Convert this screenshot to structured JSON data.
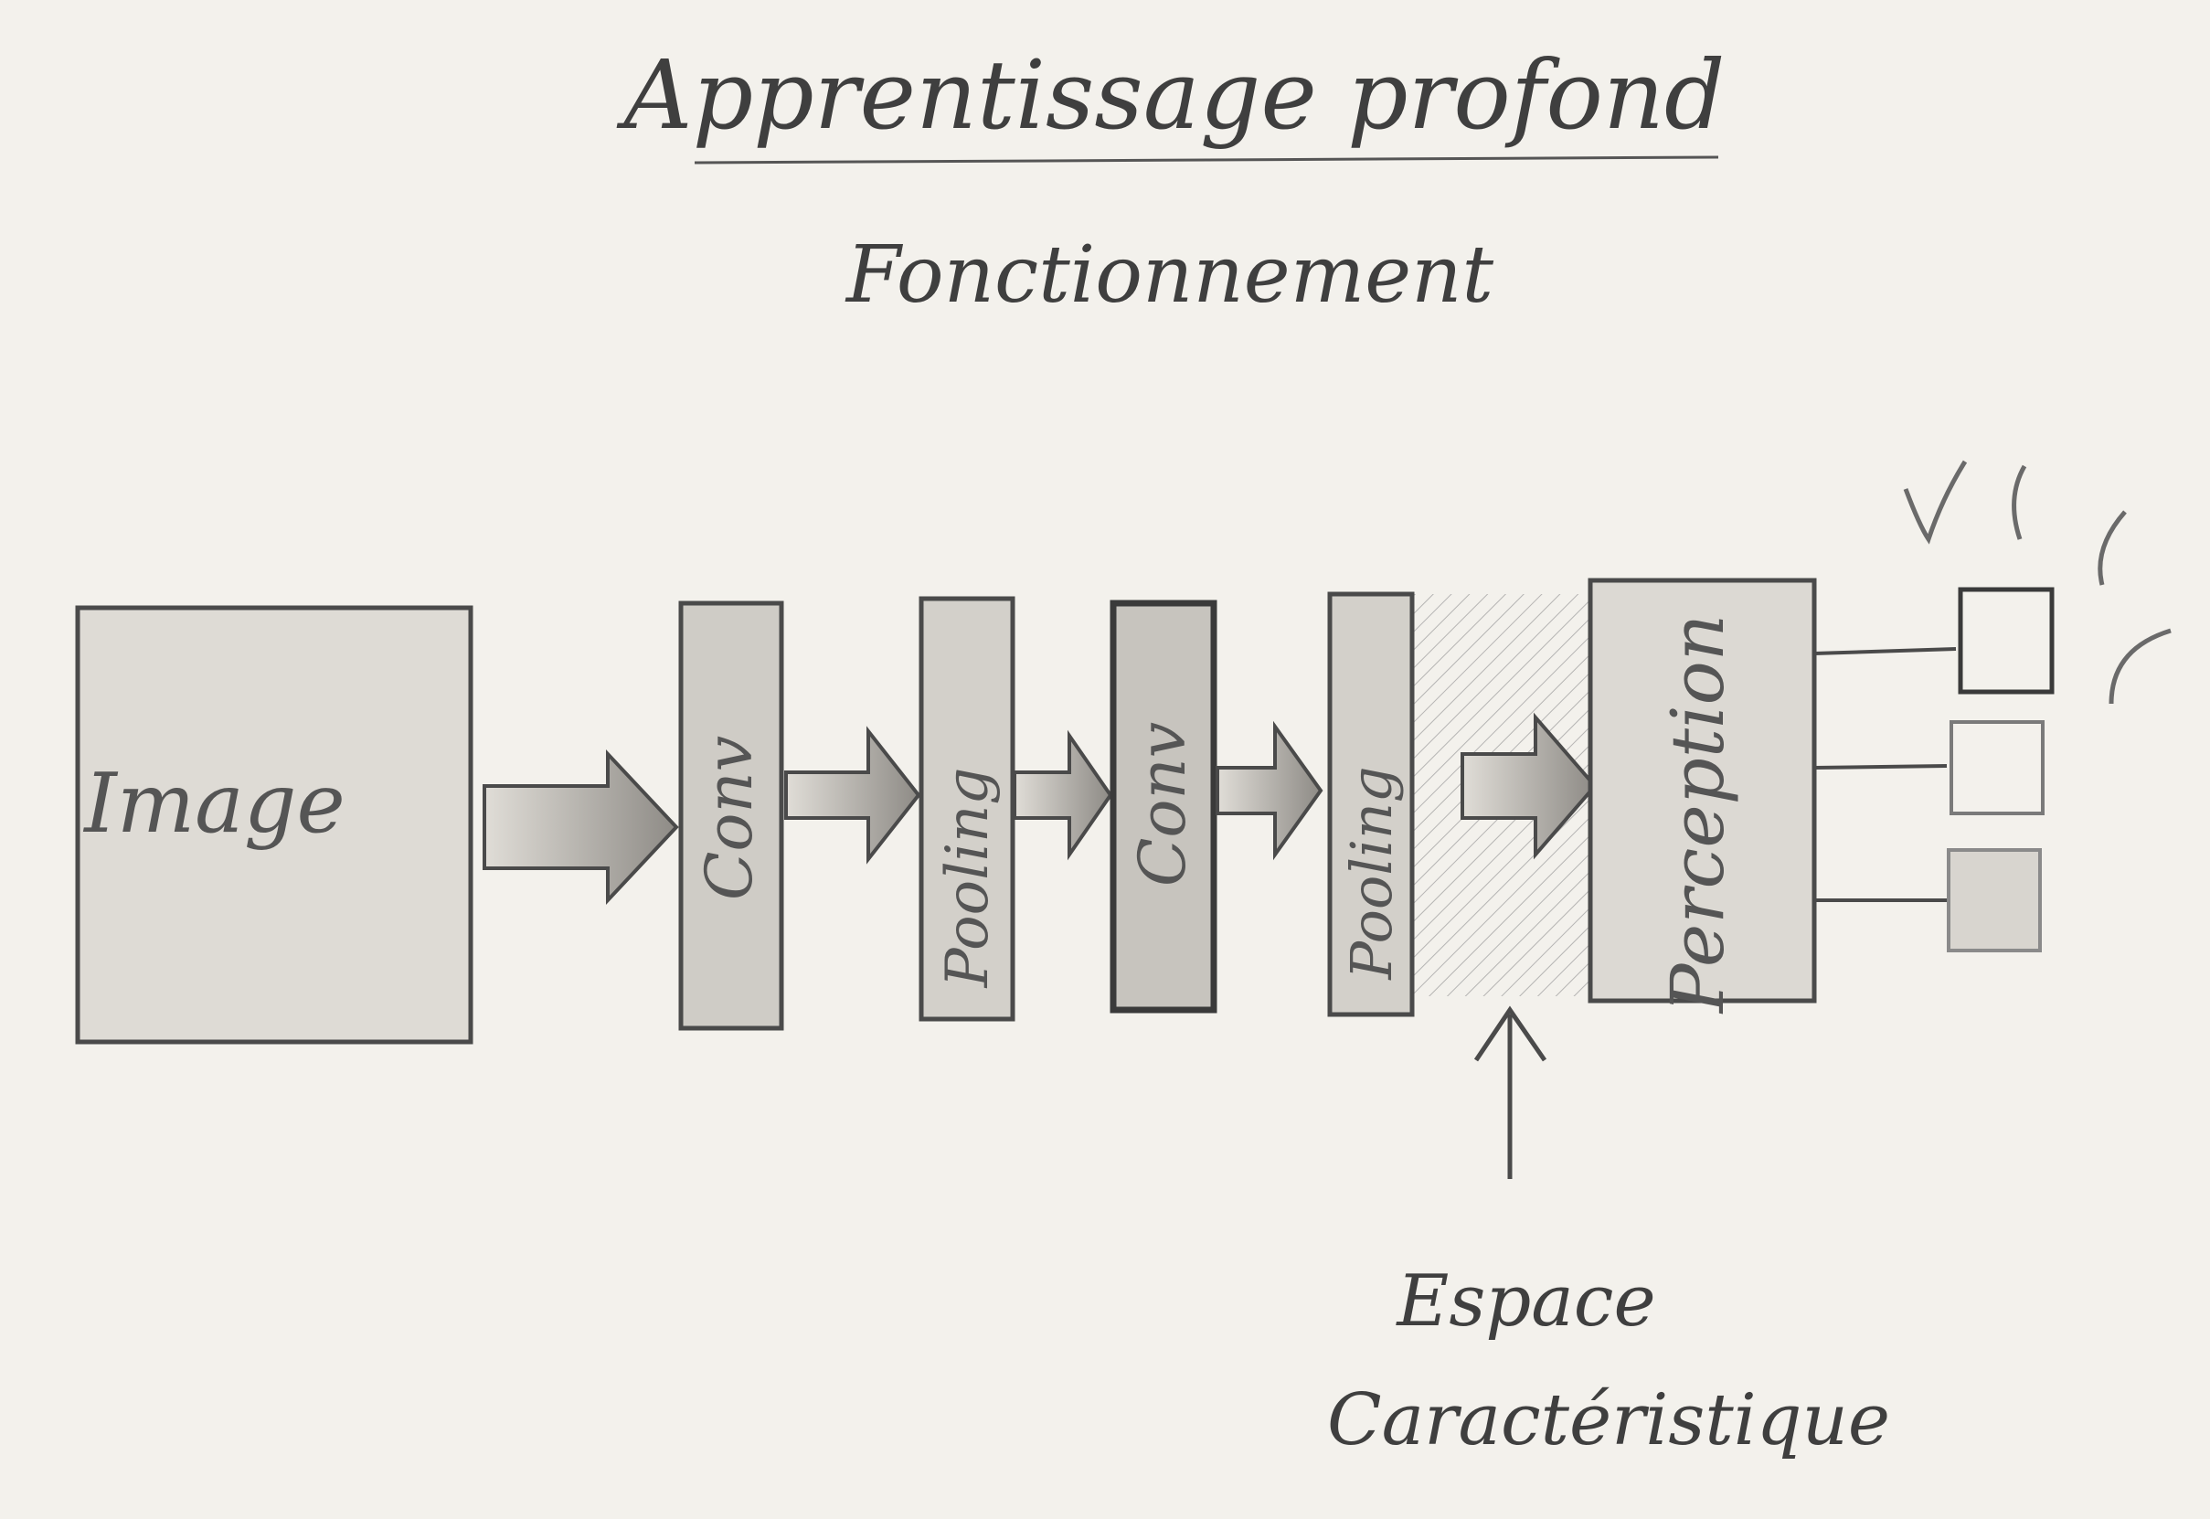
{
  "diagram": {
    "title": "Apprentissage profond",
    "subtitle": "Fonctionnement",
    "stages": [
      {
        "id": "image",
        "label": "Image"
      },
      {
        "id": "conv1",
        "label": "Conv"
      },
      {
        "id": "pooling1",
        "label": "Pooling"
      },
      {
        "id": "conv2",
        "label": "Conv"
      },
      {
        "id": "pooling2",
        "label": "Pooling"
      },
      {
        "id": "perception",
        "label": "Perception"
      }
    ],
    "feature_space_label_line1": "Espace",
    "feature_space_label_line2": "Caractéristique",
    "output_count": 3
  },
  "colors": {
    "pencil": "#4a4a4a",
    "shade": "#c9c6c0",
    "paper": "#f3f1ec"
  }
}
